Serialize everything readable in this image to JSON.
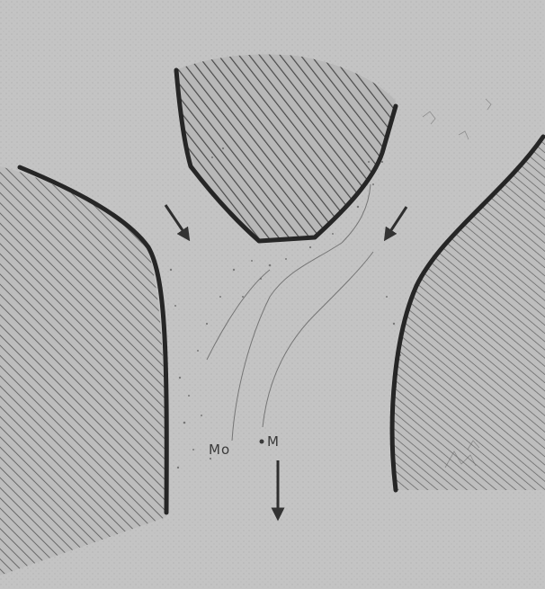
{
  "labels": {
    "left": "Mo",
    "right": "M"
  },
  "colors": {
    "paper": "#c2c2c2",
    "hatch": "#4a4a4a",
    "outline": "#262626",
    "stipple": "#3c3c3c"
  },
  "arrows": [
    {
      "name": "flow-arrow-upper-left",
      "direction": "down-right"
    },
    {
      "name": "flow-arrow-upper-right",
      "direction": "down-left"
    },
    {
      "name": "flow-arrow-bottom",
      "direction": "down"
    }
  ]
}
